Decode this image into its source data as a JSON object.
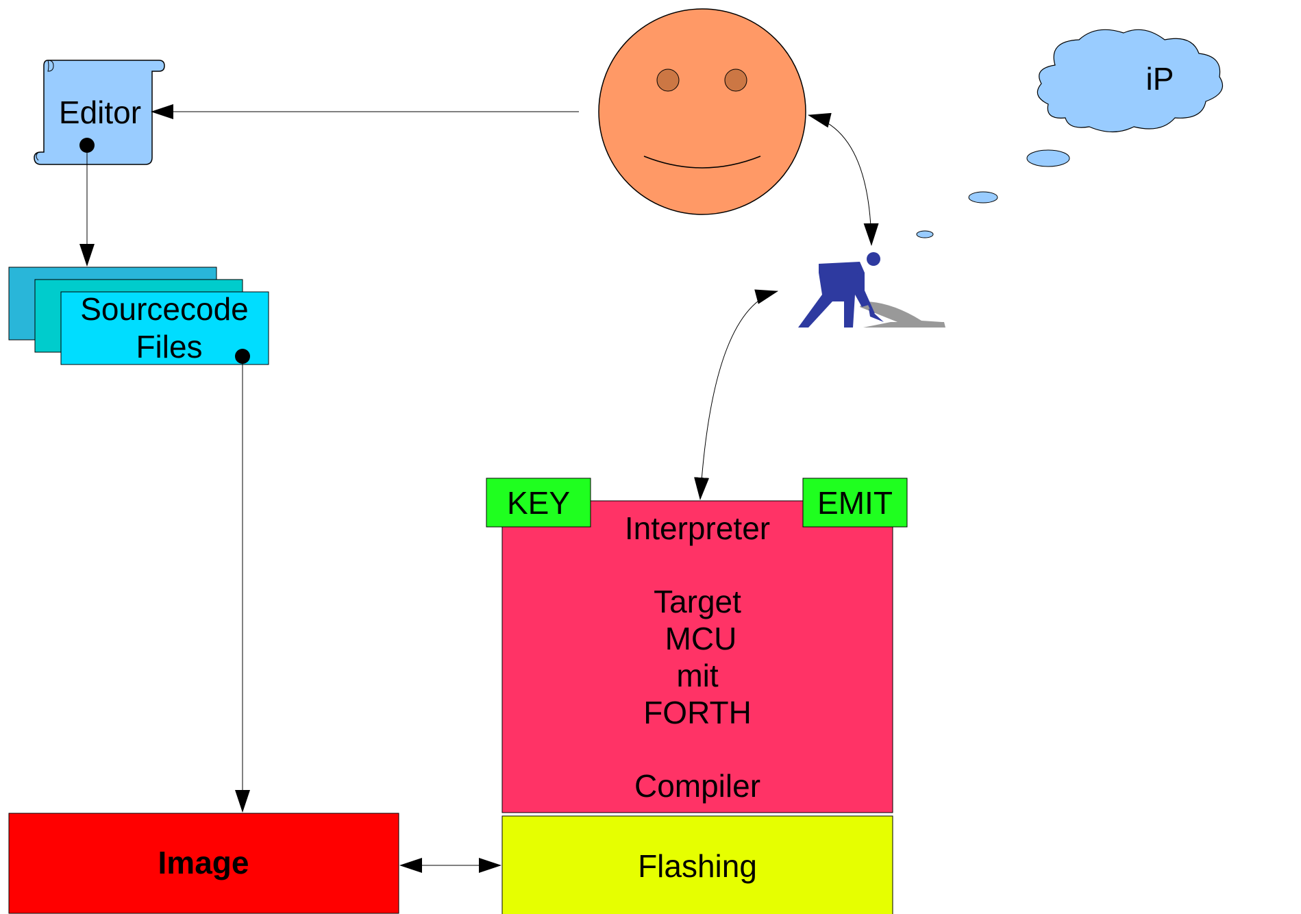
{
  "labels": {
    "editor": "Editor",
    "sourcecode_line1": "Sourcecode",
    "sourcecode_line2": "Files",
    "image": "Image",
    "flashing": "Flashing",
    "key": "KEY",
    "emit": "EMIT",
    "interpreter": "Interpreter",
    "target_lines": [
      "Target",
      "MCU",
      "mit",
      "FORTH"
    ],
    "compiler": "Compiler",
    "thought": "iP"
  },
  "colors": {
    "editor_fill": "#99ccff",
    "source_back": "#29b6d9",
    "source_mid": "#00cccc",
    "source_front": "#00ddff",
    "image_fill": "#ff0000",
    "flashing_fill": "#e6ff00",
    "mcu_fill": "#ff3366",
    "key_emit_fill": "#1fff1f",
    "face_fill": "#ff9966",
    "eye_fill": "#cc7744",
    "cloud_fill": "#99ccff",
    "worker_fill": "#2e3aa0",
    "sand_fill": "#999999"
  },
  "icons": {
    "editor_shape": "scroll-icon",
    "person": "smiley-face-icon",
    "worker": "construction-worker-icon",
    "thought": "thought-cloud-icon"
  }
}
